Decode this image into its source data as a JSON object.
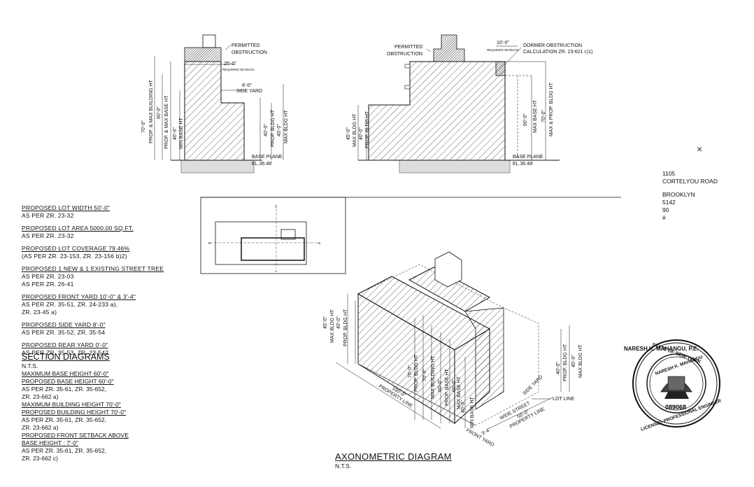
{
  "notes": [
    {
      "heading": "PROPOSED LOT WIDTH 50'-0\"",
      "lines": [
        "AS PER ZR. 23-32"
      ]
    },
    {
      "heading": "PROPOSED LOT AREA 5000.00 SQ.FT.",
      "lines": [
        "AS PER ZR. 23-32"
      ]
    },
    {
      "heading": "PROPOSED LOT COVERAGE 79.46%",
      "lines": [
        "(AS PER ZR. 23-153, ZR. 23-156 b)2)"
      ]
    },
    {
      "heading": "PROPOSED 1 NEW & 1 EXISTING STREET TREE",
      "lines": [
        "AS PER ZR. 23-03",
        "AS PER ZR. 26-41"
      ]
    },
    {
      "heading": "PROPOSED FRONT YARD 10'-0\" & 3'-4\"",
      "lines": [
        "AS PER ZR. 35-51, ZR. 24-233 a),",
        "ZR. 23-45 a)"
      ]
    },
    {
      "heading": "PROPOSED SIDE YARD 8'-0\"",
      "lines": [
        "AS PER ZR. 35-52, ZR. 35-54"
      ]
    },
    {
      "heading": "PROPOSED REAR YARD 0'-0\"",
      "lines": [
        "AS PER ZR. 35-53, ZR. 23-542"
      ]
    }
  ],
  "section": {
    "title": "SECTION DIAGRAMS",
    "nts": "N.T.S.",
    "items": [
      {
        "headings": [
          "MAXIMUM BASE HEIGHT 60'-0\"",
          "PROPOSED BASE HEIGHT 60'-0\""
        ],
        "lines": [
          "AS PER ZR. 35-61, ZR. 35-652,",
          "ZR. 23-662 a)"
        ]
      },
      {
        "headings": [
          "MAXIMUM BUILDING HEIGHT 70'-0\"",
          "PROPOSED BUILDING HEIGHT 70'-0\""
        ],
        "lines": [
          "AS PER ZR. 35-61, ZR. 35-652,",
          "ZR. 23-662 a)"
        ]
      },
      {
        "headings": [
          "PROPOSED FRONT SETBACK ABOVE",
          "BASE HEIGHT : 7'-0\""
        ],
        "lines": [
          "AS PER ZR. 35-61, ZR. 35-652,",
          "ZR. 23-662 c)"
        ]
      }
    ]
  },
  "axo": {
    "title": "AXONOMETRIC DIAGRAM",
    "nts": "N.T.S."
  },
  "address": {
    "line1": "1105",
    "line2": "CORTELYOU ROAD",
    "line3": "BROOKLYN",
    "line4": "5142",
    "line5": "90",
    "line6": "#"
  },
  "close_glyph": "×",
  "seal": {
    "name": "NARESH K. MAHANGU, P.E.",
    "ring_top": "STATE OF NEW YORK",
    "inner": "NARESH K. MAHANGU",
    "number": "089068",
    "ring_bottom": "LICENSED PROFESSIONAL ENGINEER"
  },
  "sec1": {
    "permitted": "PERMITTED",
    "obstruction": "OBSTRUCTION",
    "d25": "25'-0\"",
    "req_setback": "REQUIRED SETBACK",
    "d8": "8'-0\"",
    "side_yard": "SIDE YARD",
    "v70": "70'-0\"",
    "v60": "60'-0\"",
    "v40a": "40'-0\"",
    "v40b": "40'-0\"",
    "v45": "45'-0\"",
    "lbl_prop_max_bldg": "PROP. & MAX BUILDING HT",
    "lbl_prop_max_base": "PROP. & MAX BASE HT",
    "lbl_min_base": "MIN BASE HT",
    "lbl_prop_bldg": "PROP. BLDG HT",
    "lbl_max_bldg": "MAX BLDG HT",
    "base_plane": "BASE PLANE",
    "el": "EL.36.48'"
  },
  "sec2": {
    "permitted": "PERMITTED",
    "obstruction": "OBSTRUCTION",
    "d10": "10'-0\"",
    "req_setback": "REQUIRED SETBACK",
    "dormer1": "DORMER OBSTRUCTION",
    "dormer2": "CALCULATION ZR. 23-621 c)1)",
    "v45": "45'-0\"",
    "v40": "40'-0\"",
    "v60": "60'-0\"",
    "v70": "70'-0\"",
    "lbl_max_bldg": "MAX BLDG HT",
    "lbl_prop_bldg": "PROP. BLDG HT",
    "lbl_max_base": "MAX BASE HT",
    "lbl_max_prop_bldg": "MAX & PROP. BLDG HT",
    "base_plane": "BASE PLANE",
    "el": "EL.36.48'"
  },
  "plan": {
    "a": "A",
    "b": "B"
  },
  "axolbl": {
    "v45": "45'-0\"",
    "v40": "40'-0\"",
    "lbl_max_bldg": "MAX BLDG HT",
    "lbl_prop_bldg": "PROP. BLDG HT",
    "v70a": "70'-0\"",
    "lbl_prop_bldg2": "PROP. BLDG HT",
    "v70b": "70'-0\"",
    "lbl_max_building": "MAX BUILDING HT",
    "v60a": "60'-0\"",
    "lbl_prop_base": "PROP. BASE HT",
    "v60b": "60'-0\"",
    "lbl_max_base": "MAX BASE HT",
    "v40b": "40'-0\"",
    "lbl_min_base": "MIN BASE HT",
    "d100": "100'-0\"",
    "property_line": "PROPERTY LINE",
    "wide_street": "WIDE STREET",
    "d50": "50'-0\"",
    "property_line2": "PROPERTY LINE",
    "side_yard": "SIDE YARD",
    "front_yard": "FRONT YARD",
    "d3": "3'-4\"",
    "r40": "40'-0\"",
    "r_prop_bldg": "PROP. BLDG HT",
    "r45": "45'-0\"",
    "r_max_bldg": "MAX BLDG HT",
    "lot_line": "LOT LINE"
  }
}
